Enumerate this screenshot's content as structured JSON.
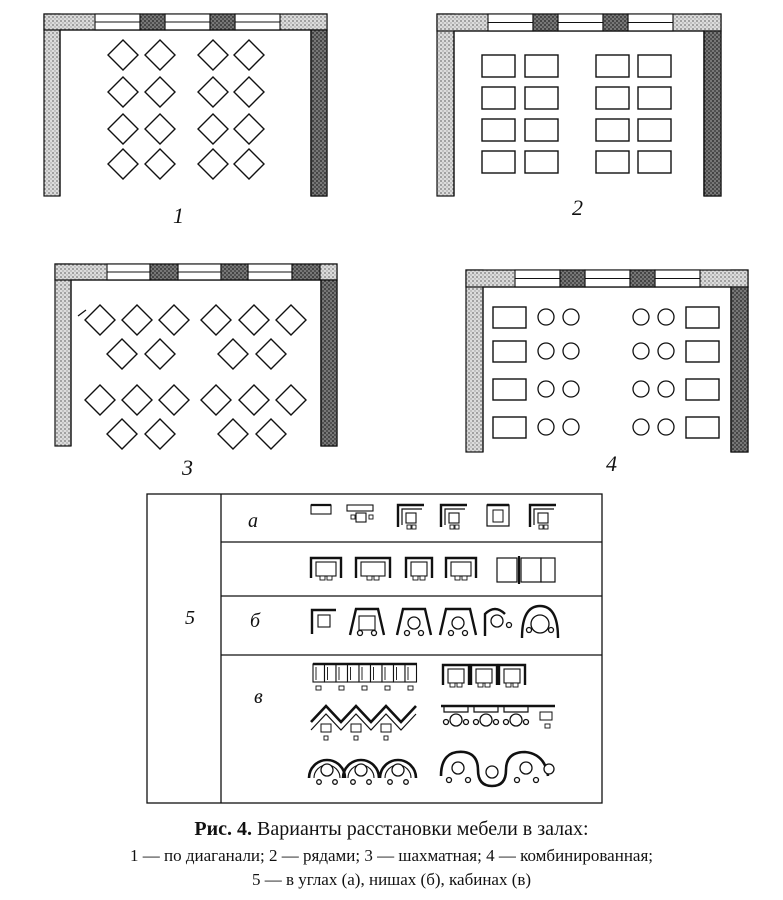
{
  "plans": [
    {
      "label": "1"
    },
    {
      "label": "2"
    },
    {
      "label": "3"
    },
    {
      "label": "4"
    }
  ],
  "table": {
    "number_label": "5",
    "rows": [
      {
        "label": "а"
      },
      {
        "label": ""
      },
      {
        "label": "б"
      },
      {
        "label": "в"
      }
    ]
  },
  "caption": {
    "title_bold": "Рис. 4.",
    "title_text": " Варианты расстановки мебели в залах:",
    "line2": "1 — по диаганали; 2 — рядами; 3 — шахматная; 4 — комбинированная;",
    "line3": "5 — в углах (а), нишах (б), кабинах (в)"
  },
  "colors": {
    "ink": "#111111",
    "hatch": "#888888",
    "dark_pier": "#444444"
  }
}
